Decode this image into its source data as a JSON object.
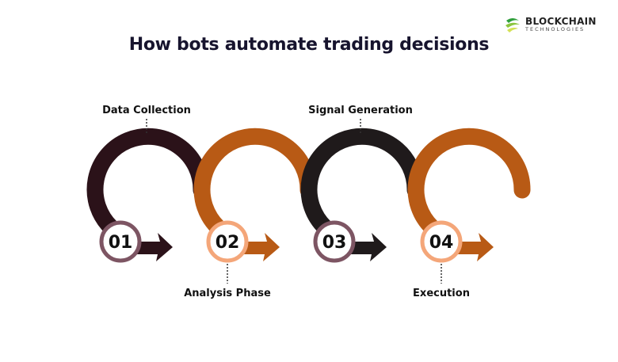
{
  "title": "How bots automate trading decisions",
  "logo": {
    "line1": "BLOCKCHAIN",
    "line2": "TECHNOLOGIES"
  },
  "steps": [
    {
      "number": "01",
      "label": "Data Collection",
      "label_position": "top",
      "arc_color": "#2b1219",
      "ring_color": "#7d5563"
    },
    {
      "number": "02",
      "label": "Analysis Phase",
      "label_position": "bottom",
      "arc_color": "#b85a15",
      "ring_color": "#f4a679"
    },
    {
      "number": "03",
      "label": "Signal Generation",
      "label_position": "top",
      "arc_color": "#1f1a1b",
      "ring_color": "#7d5563"
    },
    {
      "number": "04",
      "label": "Execution",
      "label_position": "bottom",
      "arc_color": "#b85a15",
      "ring_color": "#f4a679"
    }
  ]
}
